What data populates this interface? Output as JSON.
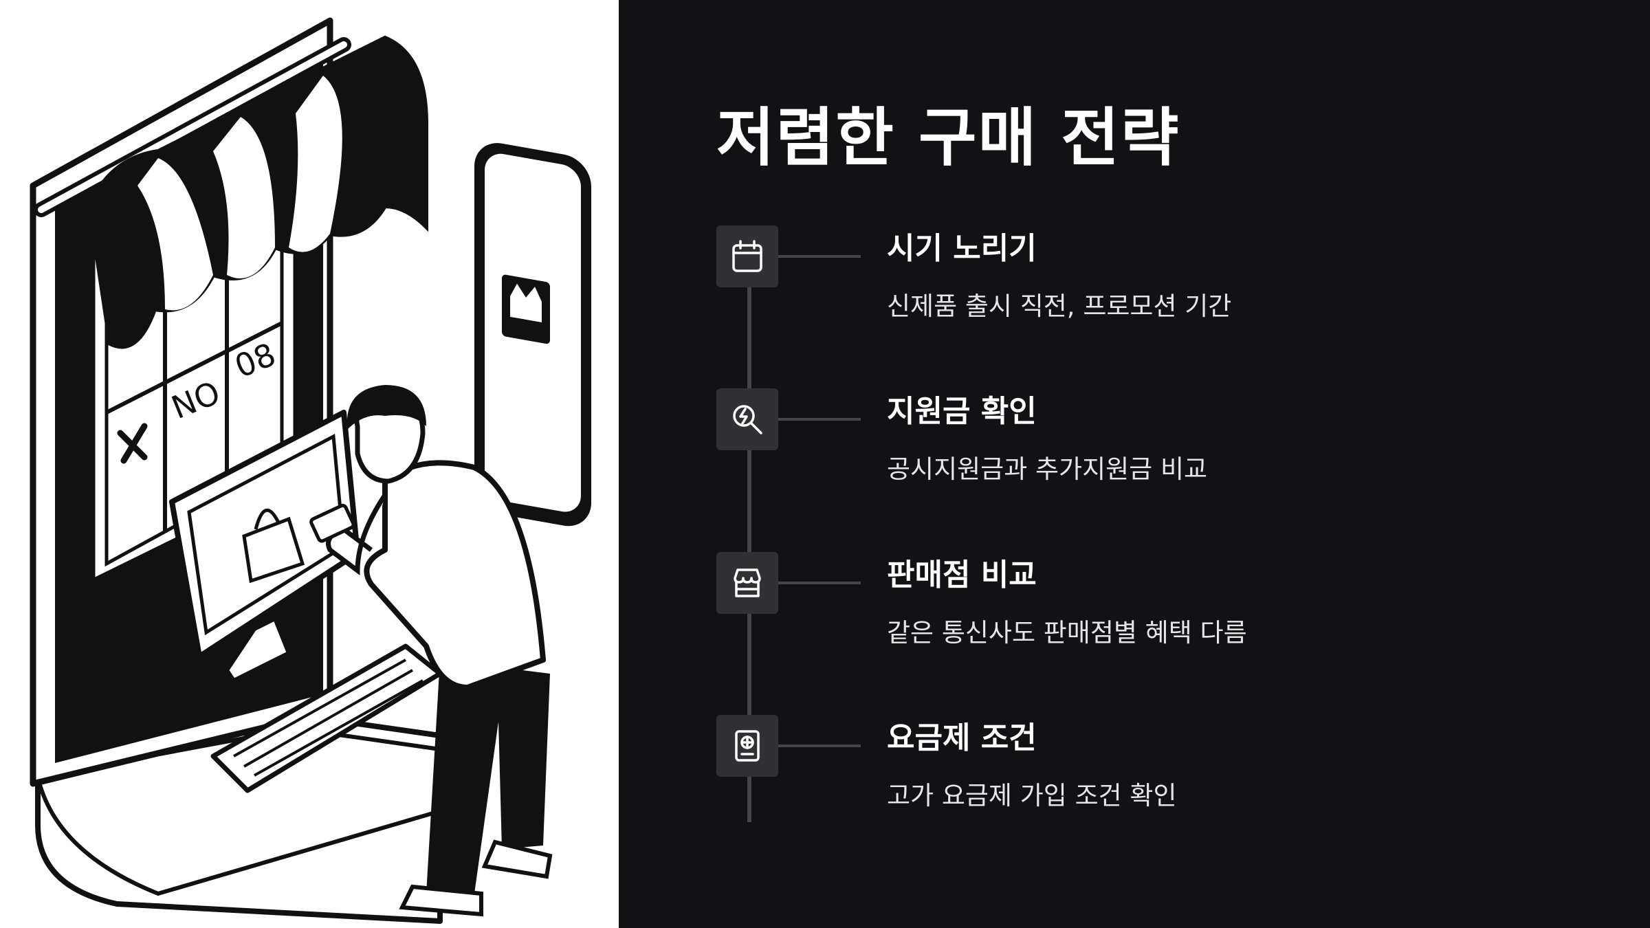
{
  "title": "저렴한 구매 전략",
  "steps": [
    {
      "icon": "calendar-icon",
      "title": "시기 노리기",
      "description": "신제품 출시 직전, 프로모션 기간"
    },
    {
      "icon": "search-bolt-icon",
      "title": "지원금 확인",
      "description": "공시지원금과 추가지원금 비교"
    },
    {
      "icon": "store-icon",
      "title": "판매점 비교",
      "description": "같은 통신사도 판매점별 혜택 다름"
    },
    {
      "icon": "passport-icon",
      "title": "요금제 조건",
      "description": "고가 요금제 가입 조건 확인"
    }
  ],
  "illustration": {
    "window_signs": [
      "NO",
      "08"
    ]
  },
  "colors": {
    "background": "#121113",
    "icon_tile": "#313033",
    "line": "#464548",
    "text": "#ffffff"
  }
}
